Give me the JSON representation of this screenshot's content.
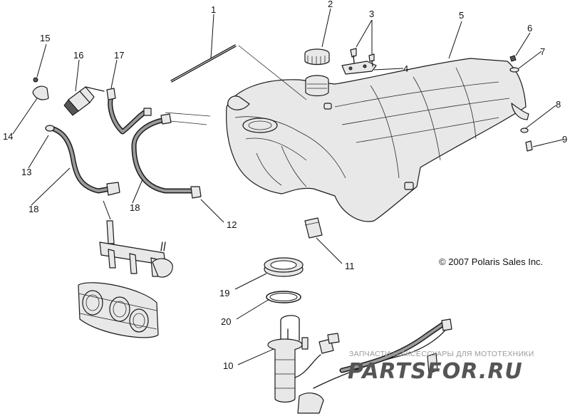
{
  "callouts": [
    {
      "id": "1",
      "label": "1"
    },
    {
      "id": "2",
      "label": "2"
    },
    {
      "id": "3",
      "label": "3"
    },
    {
      "id": "4",
      "label": "4"
    },
    {
      "id": "5",
      "label": "5"
    },
    {
      "id": "6",
      "label": "6"
    },
    {
      "id": "7",
      "label": "7"
    },
    {
      "id": "8",
      "label": "8"
    },
    {
      "id": "9",
      "label": "9"
    },
    {
      "id": "10",
      "label": "10"
    },
    {
      "id": "11",
      "label": "11"
    },
    {
      "id": "12",
      "label": "12"
    },
    {
      "id": "13",
      "label": "13"
    },
    {
      "id": "14",
      "label": "14"
    },
    {
      "id": "15",
      "label": "15"
    },
    {
      "id": "16",
      "label": "16"
    },
    {
      "id": "17",
      "label": "17"
    },
    {
      "id": "18a",
      "label": "18"
    },
    {
      "id": "18b",
      "label": "18"
    },
    {
      "id": "19",
      "label": "19"
    },
    {
      "id": "20",
      "label": "20"
    }
  ],
  "copyright": "© 2007 Polaris Sales Inc.",
  "watermark": {
    "tagline": "ЗАПЧАСТИ И АКСЕССУАРЫ ДЛЯ МОТОТЕХНИКИ",
    "logo": "PARTSFOR.RU",
    "color_dark": "#555555",
    "color_accent": "#d42020"
  }
}
